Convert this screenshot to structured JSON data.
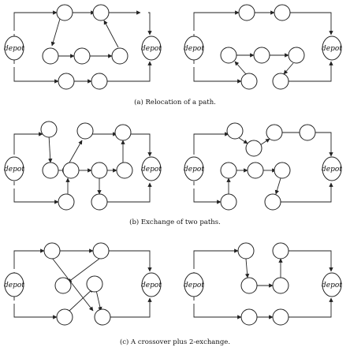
{
  "node_label": "depot",
  "captions": {
    "a": "(a) Relocation of a path.",
    "b": "(b) Exchange of two paths.",
    "c": "(c) A crossover plus 2-exchange."
  }
}
